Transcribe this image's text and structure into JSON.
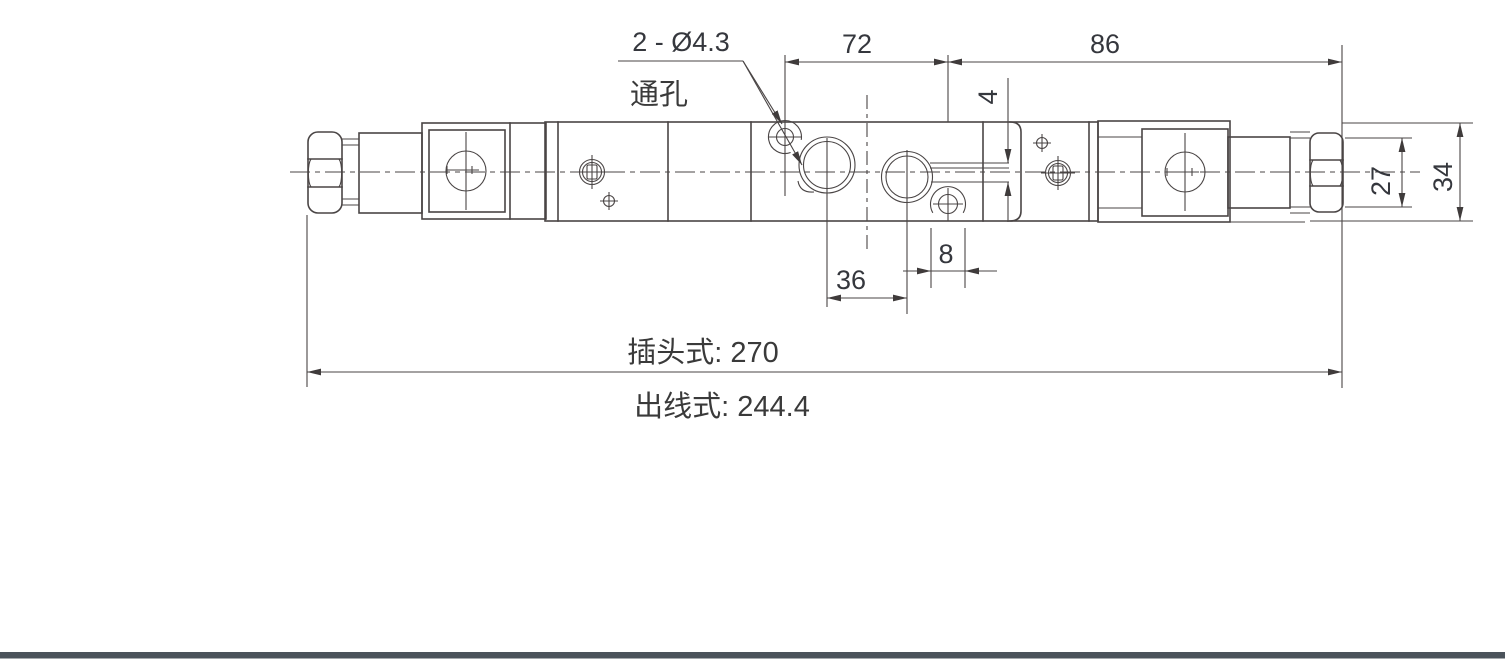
{
  "drawing": {
    "callout": {
      "text": "2 - Ø4.3",
      "subtext": "通孔"
    },
    "dimensions": {
      "top_left": "72",
      "top_right": "86",
      "slot_height": "4",
      "hole_pitch_8": "8",
      "hole_pitch_36": "36",
      "hex_flats": "27",
      "body_height": "34"
    },
    "overall_lengths": {
      "plug_type": "插头式: 270",
      "lead_wire_type": "出线式: 244.4"
    },
    "colors": {
      "line": "#4a4545",
      "text": "#35373d",
      "bottom_bar": "#4b535b",
      "background": "#ffffff"
    }
  }
}
